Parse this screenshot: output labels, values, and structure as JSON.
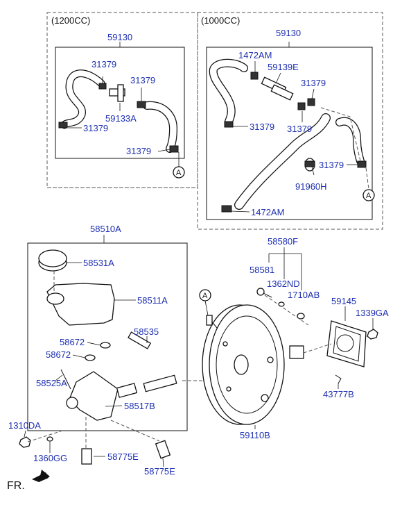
{
  "groups": {
    "g1200": "(1200CC)",
    "g1000": "(1000CC)"
  },
  "labels": {
    "hose_assy_1200": "59130",
    "hose_assy_1000": "59130",
    "clamp_a": "31379",
    "clamp_b": "31379",
    "clamp_c": "31379",
    "clamp_d": "31379",
    "check_valve": "59133A",
    "clip_a": "1472AM",
    "clip_b": "1472AM",
    "valve_1000": "59139E",
    "clamp_e": "31379",
    "clamp_f": "31379",
    "clamp_g": "31379",
    "clamp_h": "31379",
    "connector": "91960H",
    "master_cyl": "58510A",
    "cap": "58531A",
    "reservoir": "58511A",
    "pin": "58535",
    "grommet_a": "58672",
    "grommet_b": "58672",
    "bolt": "58525A",
    "cyl_body": "58517B",
    "nut": "1310DA",
    "washer": "1360GG",
    "fitting_a": "58775E",
    "fitting_b": "58775E",
    "booster": "59110B",
    "kit": "58580F",
    "kit_a": "58581",
    "kit_b": "1362ND",
    "kit_c": "1710AB",
    "gasket": "59145",
    "gasket_nut": "1339GA",
    "clevis": "43777B",
    "front": "FR."
  },
  "callouts": {
    "a1": "A",
    "a2": "A",
    "a3": "A"
  }
}
